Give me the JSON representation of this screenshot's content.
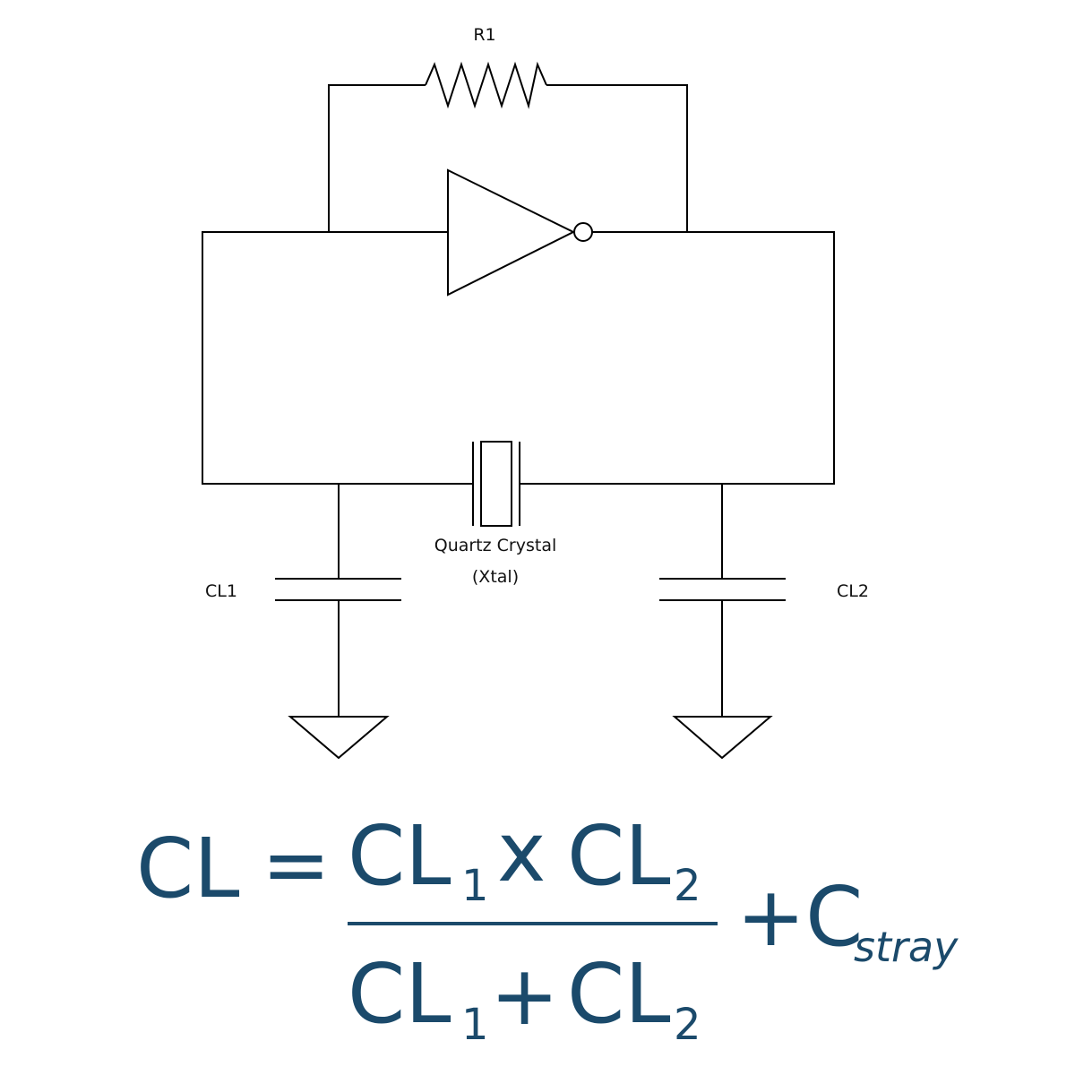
{
  "diagram": {
    "resistor_label": "R1",
    "crystal_label_line1": "Quartz Crystal",
    "crystal_label_line2": "(Xtal)",
    "cap1_label": "CL1",
    "cap2_label": "CL2"
  },
  "equation": {
    "lhs": "CL",
    "equals": "=",
    "num_a": "CL",
    "num_a_sub": "1",
    "num_op": "x",
    "num_b": "CL",
    "num_b_sub": "2",
    "den_a": "CL",
    "den_a_sub": "1",
    "den_op": "+",
    "den_b": "CL",
    "den_b_sub": "2",
    "plus_term": "+C",
    "plus_term_sub": "stray",
    "color": "#1b4a6b"
  }
}
